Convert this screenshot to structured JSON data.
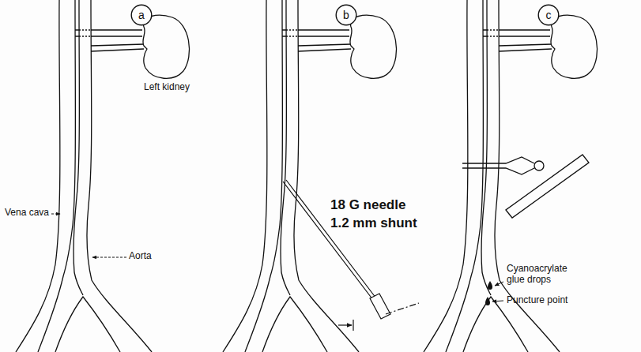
{
  "diagram": {
    "nodes": [
      {
        "text": [
          "a"
        ]
      },
      {
        "text": [
          "b"
        ]
      },
      {
        "text": [
          "c"
        ]
      }
    ],
    "labels": [
      "Left kidney",
      "Vena cava",
      "Aorta",
      "18 G needle",
      "1.2 mm shunt",
      "Cyanoacrylate glue drops",
      "Puncture point"
    ]
  }
}
